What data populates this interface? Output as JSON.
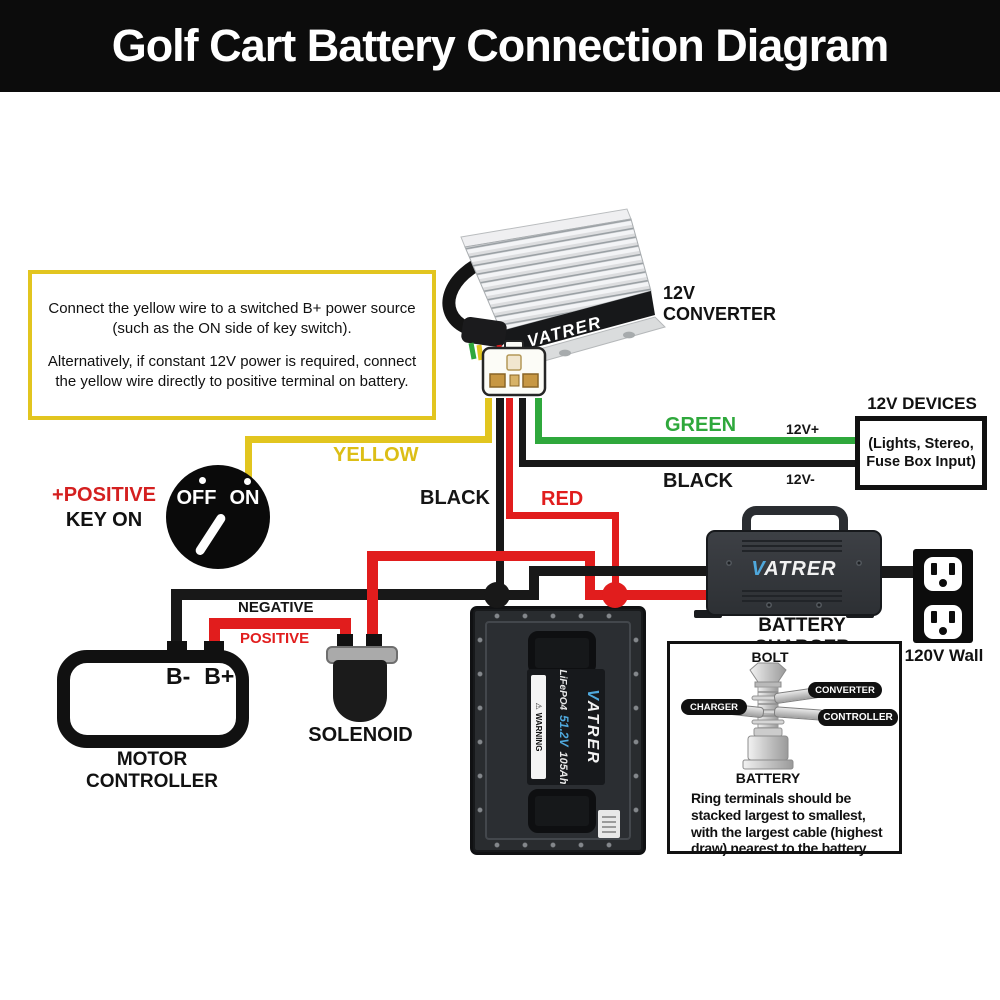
{
  "header": {
    "title": "Golf Cart Battery Connection Diagram"
  },
  "note": {
    "p1": "Connect the yellow wire to a switched B+ power source (such as the ON side of key switch).",
    "p2": "Alternatively, if constant 12V power is required, connect the yellow wire directly to positive terminal on battery."
  },
  "converter": {
    "brand": "VATRER",
    "label_line1": "12V",
    "label_line2": "CONVERTER"
  },
  "key_switch": {
    "off": "OFF",
    "on": "ON",
    "caption_line1": "+POSITIVE",
    "caption_line2": "KEY ON"
  },
  "wire_labels": {
    "yellow": "YELLOW",
    "green": "GREEN",
    "black_devices": "BLACK",
    "black_main": "BLACK",
    "red": "RED",
    "negative": "NEGATIVE",
    "positive": "POSITIVE",
    "v_plus": "12V+",
    "v_minus": "12V-"
  },
  "devices_box": {
    "title": "12V DEVICES",
    "line1": "(Lights, Stereo,",
    "line2": "Fuse Box Input)"
  },
  "motor_controller": {
    "b_minus": "B-",
    "b_plus": "B+",
    "caption_line1": "MOTOR",
    "caption_line2": "CONTROLLER"
  },
  "solenoid": {
    "caption": "SOLENOID"
  },
  "battery": {
    "brand": "VATRER",
    "chemistry": "LiFePO4",
    "voltage": "51.2V",
    "capacity": "105Ah",
    "warning": "WARNING",
    "warning_icon": "⚠"
  },
  "charger": {
    "brand": "VATRER",
    "caption": "BATTERY CHARGER"
  },
  "outlet": {
    "caption": "120V Wall"
  },
  "bolt_diagram": {
    "title": "BOLT",
    "tags": [
      "CONVERTER",
      "CHARGER",
      "CONTROLLER"
    ],
    "battery_label": "BATTERY",
    "note": "Ring terminals should be stacked largest to smallest, with the largest cable (highest draw) nearest to the battery."
  },
  "colors": {
    "yellow": "#E2C51F",
    "green": "#2FA83C",
    "red": "#E11D1D",
    "black": "#181818",
    "blue": "#4FA8DC"
  }
}
